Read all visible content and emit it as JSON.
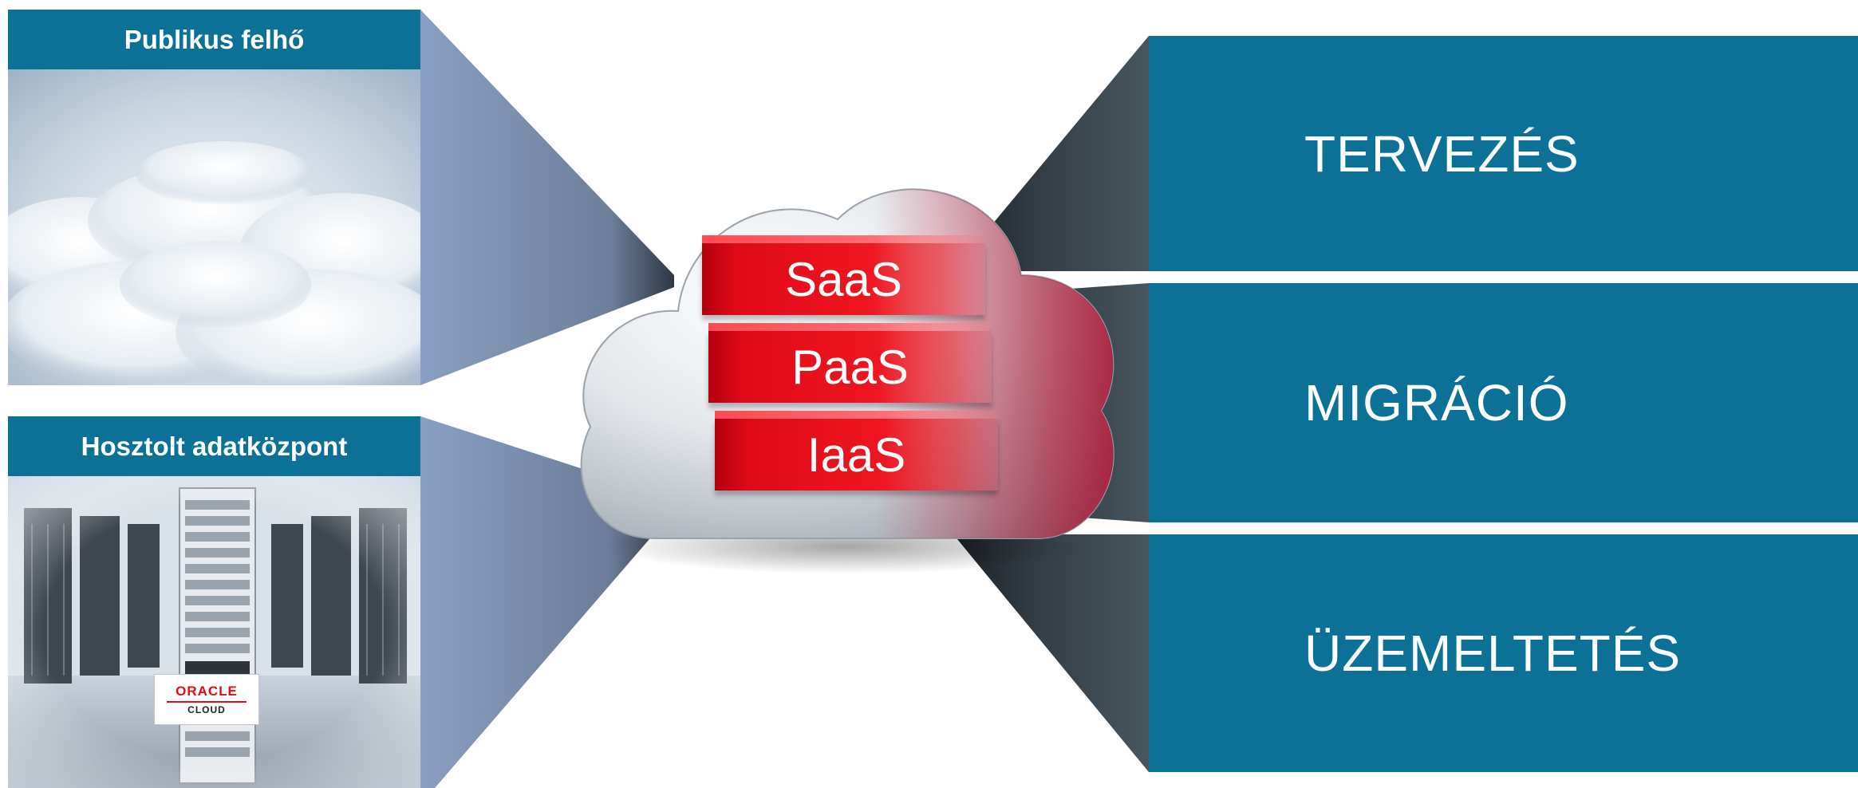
{
  "left_panels": [
    {
      "title": "Publikus felhő",
      "image": "clouds-sky"
    },
    {
      "title": "Hosztolt adatközpont",
      "image": "server-room-rack",
      "badge": {
        "brand": "ORACLE",
        "sub": "CLOUD"
      }
    }
  ],
  "center": {
    "tiers": [
      "SaaS",
      "PaaS",
      "IaaS"
    ],
    "icon": "cloud-icon"
  },
  "right_boxes": [
    "TERVEZÉS",
    "MIGRÁCIÓ",
    "ÜZEMELTETÉS"
  ],
  "colors": {
    "teal": "#0b7196",
    "panel_blue": "#8ca0c0",
    "dark_slate": "#44525c",
    "red": "#e30b17",
    "white": "#ffffff"
  }
}
